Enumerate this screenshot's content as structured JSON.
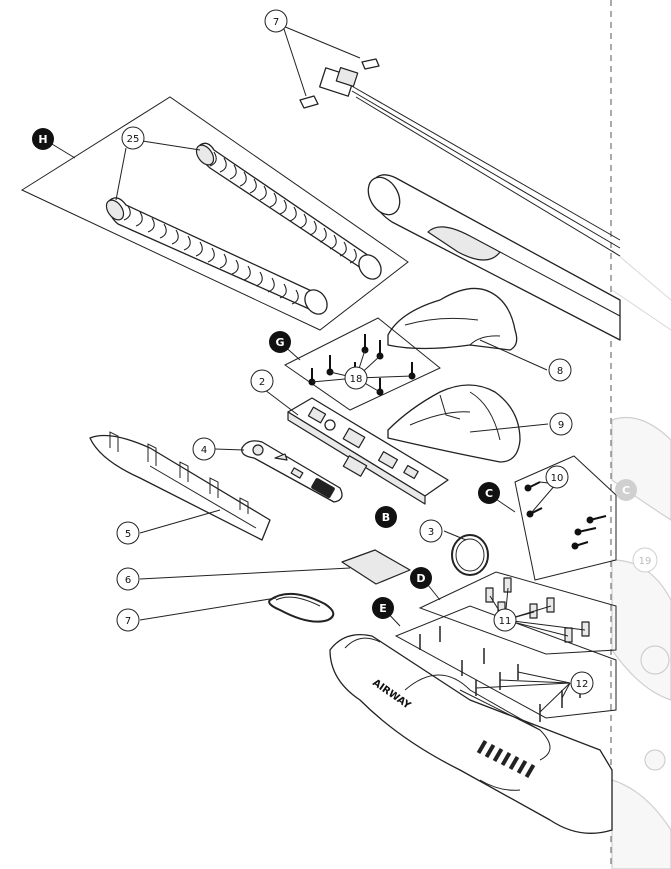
{
  "callouts": [
    {
      "id": "c7a",
      "text": "7"
    },
    {
      "id": "c25",
      "text": "25"
    },
    {
      "id": "c8",
      "text": "8"
    },
    {
      "id": "c18",
      "text": "18"
    },
    {
      "id": "c2",
      "text": "2"
    },
    {
      "id": "c9",
      "text": "9"
    },
    {
      "id": "c4",
      "text": "4"
    },
    {
      "id": "c10",
      "text": "10"
    },
    {
      "id": "c3",
      "text": "3"
    },
    {
      "id": "c5",
      "text": "5"
    },
    {
      "id": "c6",
      "text": "6"
    },
    {
      "id": "c7b",
      "text": "7"
    },
    {
      "id": "c11",
      "text": "11"
    },
    {
      "id": "c12",
      "text": "12"
    },
    {
      "id": "c19",
      "text": "19"
    }
  ],
  "groups": [
    {
      "id": "gH",
      "text": "H"
    },
    {
      "id": "gG",
      "text": "G"
    },
    {
      "id": "gB",
      "text": "B"
    },
    {
      "id": "gC",
      "text": "C"
    },
    {
      "id": "gD",
      "text": "D"
    },
    {
      "id": "gE",
      "text": "E"
    },
    {
      "id": "gCf",
      "text": "C"
    }
  ],
  "brand_mark": "AIRWAY",
  "colors": {
    "ink": "#222222",
    "fill_grey": "#e9e9e9",
    "faded": "#cfcfcf"
  }
}
